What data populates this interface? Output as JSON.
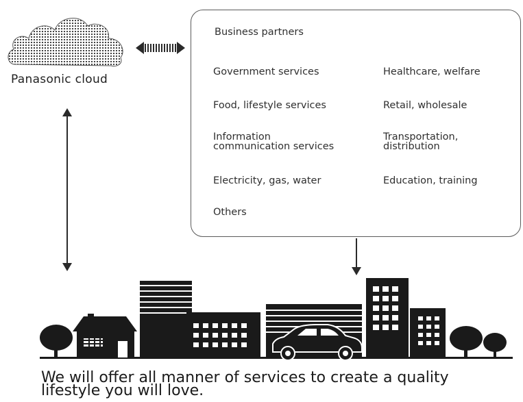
{
  "cloud": {
    "label": "Panasonic cloud",
    "icon": "cloud-icon"
  },
  "partners": {
    "title": "Business  partners",
    "left_column": [
      "Government services",
      "Food, lifestyle services",
      "Information\ncommunication services",
      "Electricity, gas, water",
      "Others"
    ],
    "right_column": [
      "Healthcare, welfare",
      "Retail, wholesale",
      "Transportation,\ndistribution",
      "Education, training"
    ]
  },
  "tagline": "We will offer all manner of services to create a quality\nlifestyle you will love.",
  "colors": {
    "ink": "#1a1a1a",
    "box_border": "#5a5a5a",
    "cloud_dots": "#333333"
  }
}
